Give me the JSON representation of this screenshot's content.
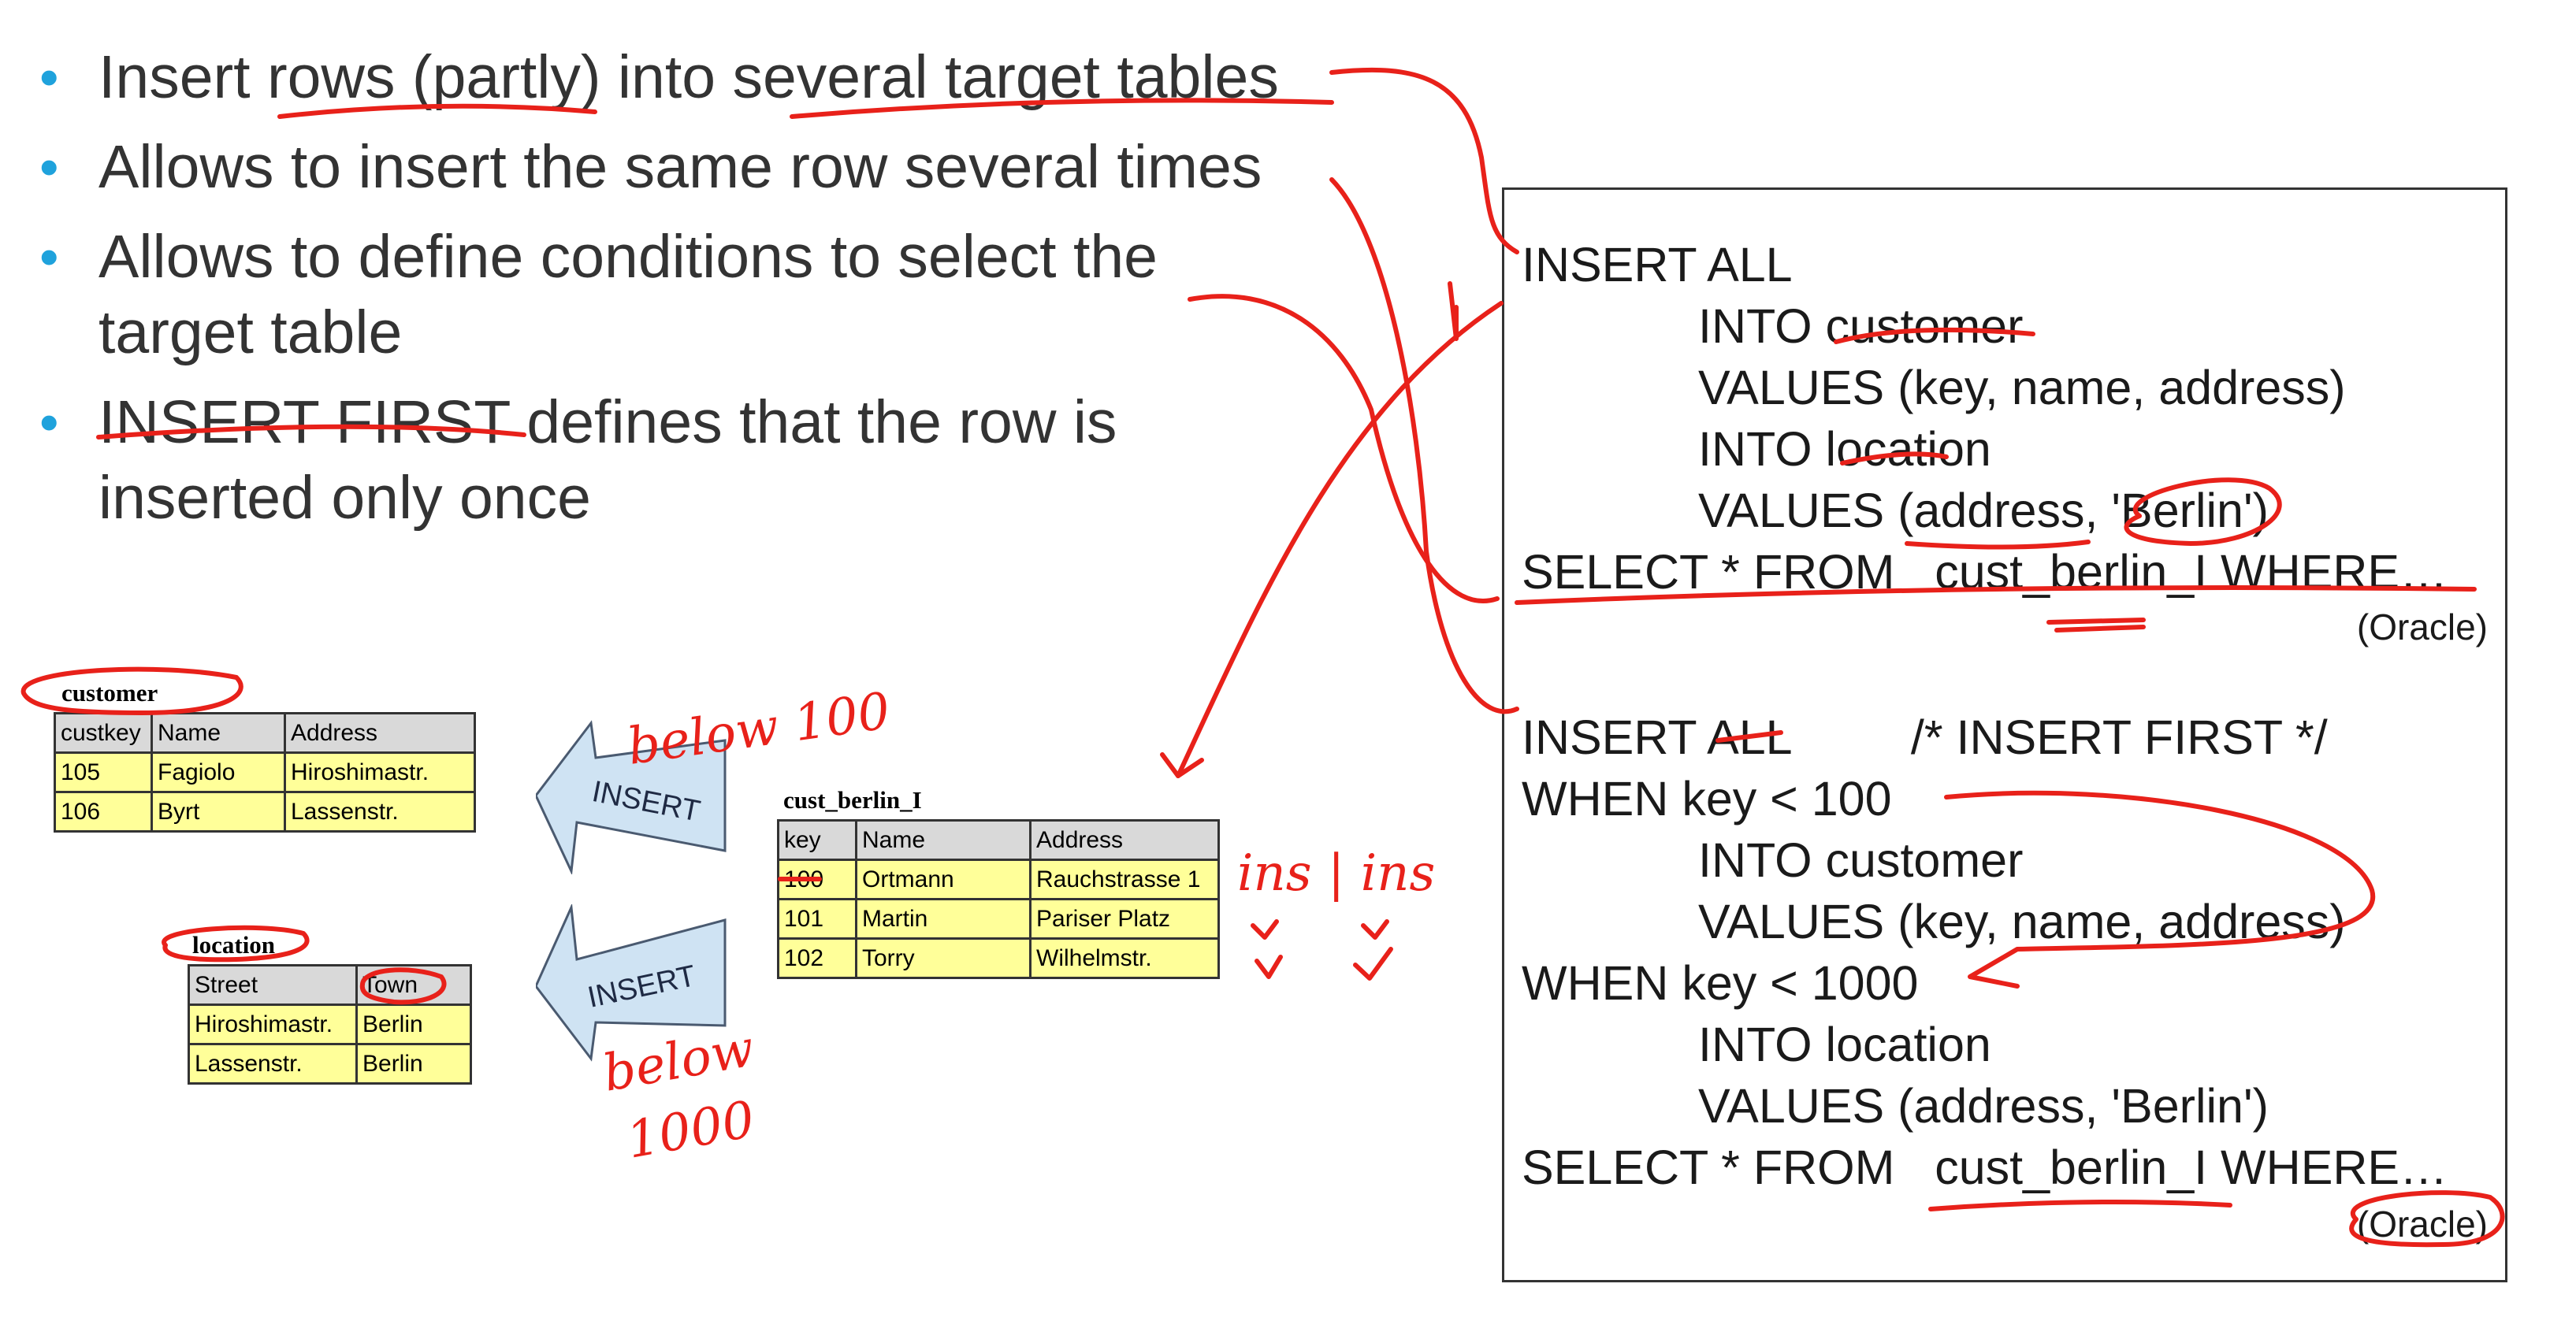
{
  "bullets": [
    "Insert rows (partly) into several target tables",
    "Allows to insert the same row several times",
    "Allows to define conditions to select the\ntarget table",
    "INSERT FIRST defines that the row is\ninserted only once"
  ],
  "customer_table": {
    "title": "customer",
    "headers": [
      "custkey",
      "Name",
      "Address"
    ],
    "rows": [
      [
        "105",
        "Fagiolo",
        "Hiroshimastr."
      ],
      [
        "106",
        "Byrt",
        "Lassenstr."
      ]
    ]
  },
  "location_table": {
    "title": "location",
    "headers": [
      "Street",
      "Town"
    ],
    "rows": [
      [
        "Hiroshimastr.",
        "Berlin"
      ],
      [
        "Lassenstr.",
        "Berlin"
      ]
    ]
  },
  "source_table": {
    "title": "cust_berlin_I",
    "headers": [
      "key",
      "Name",
      "Address"
    ],
    "rows": [
      [
        "100",
        "Ortmann",
        "Rauchstrasse 1"
      ],
      [
        "101",
        "Martin",
        "Pariser Platz"
      ],
      [
        "102",
        "Torry",
        "Wilhelmstr."
      ]
    ]
  },
  "arrows": {
    "top_label": "INSERT",
    "bottom_label": "INSERT"
  },
  "code_block_1": {
    "lines": [
      "INSERT ALL",
      "INTO customer",
      "VALUES (key, name, address)",
      "INTO location",
      "VALUES (address, 'Berlin')",
      "SELECT * FROM   cust_berlin_I WHERE…"
    ],
    "note": "(Oracle)"
  },
  "code_block_2": {
    "lines": [
      "INSERT ALL         /* INSERT FIRST */",
      "WHEN key < 100",
      "INTO customer",
      "VALUES (key, name, address)",
      "WHEN key < 1000",
      "INTO location",
      "VALUES (address, 'Berlin')",
      "SELECT * FROM   cust_berlin_I WHERE…"
    ],
    "note": "(Oracle)"
  },
  "handwriting": {
    "below_100": "below 100",
    "below_1000_a": "below",
    "below_1000_b": "1000",
    "ins_ins": "ins | ins"
  },
  "colors": {
    "bullet": "#1fa2dc",
    "ink": "#e8211a",
    "cell": "#ffff99",
    "header_cell": "#d9d9d9",
    "arrow_fill": "#cfe3f3"
  }
}
